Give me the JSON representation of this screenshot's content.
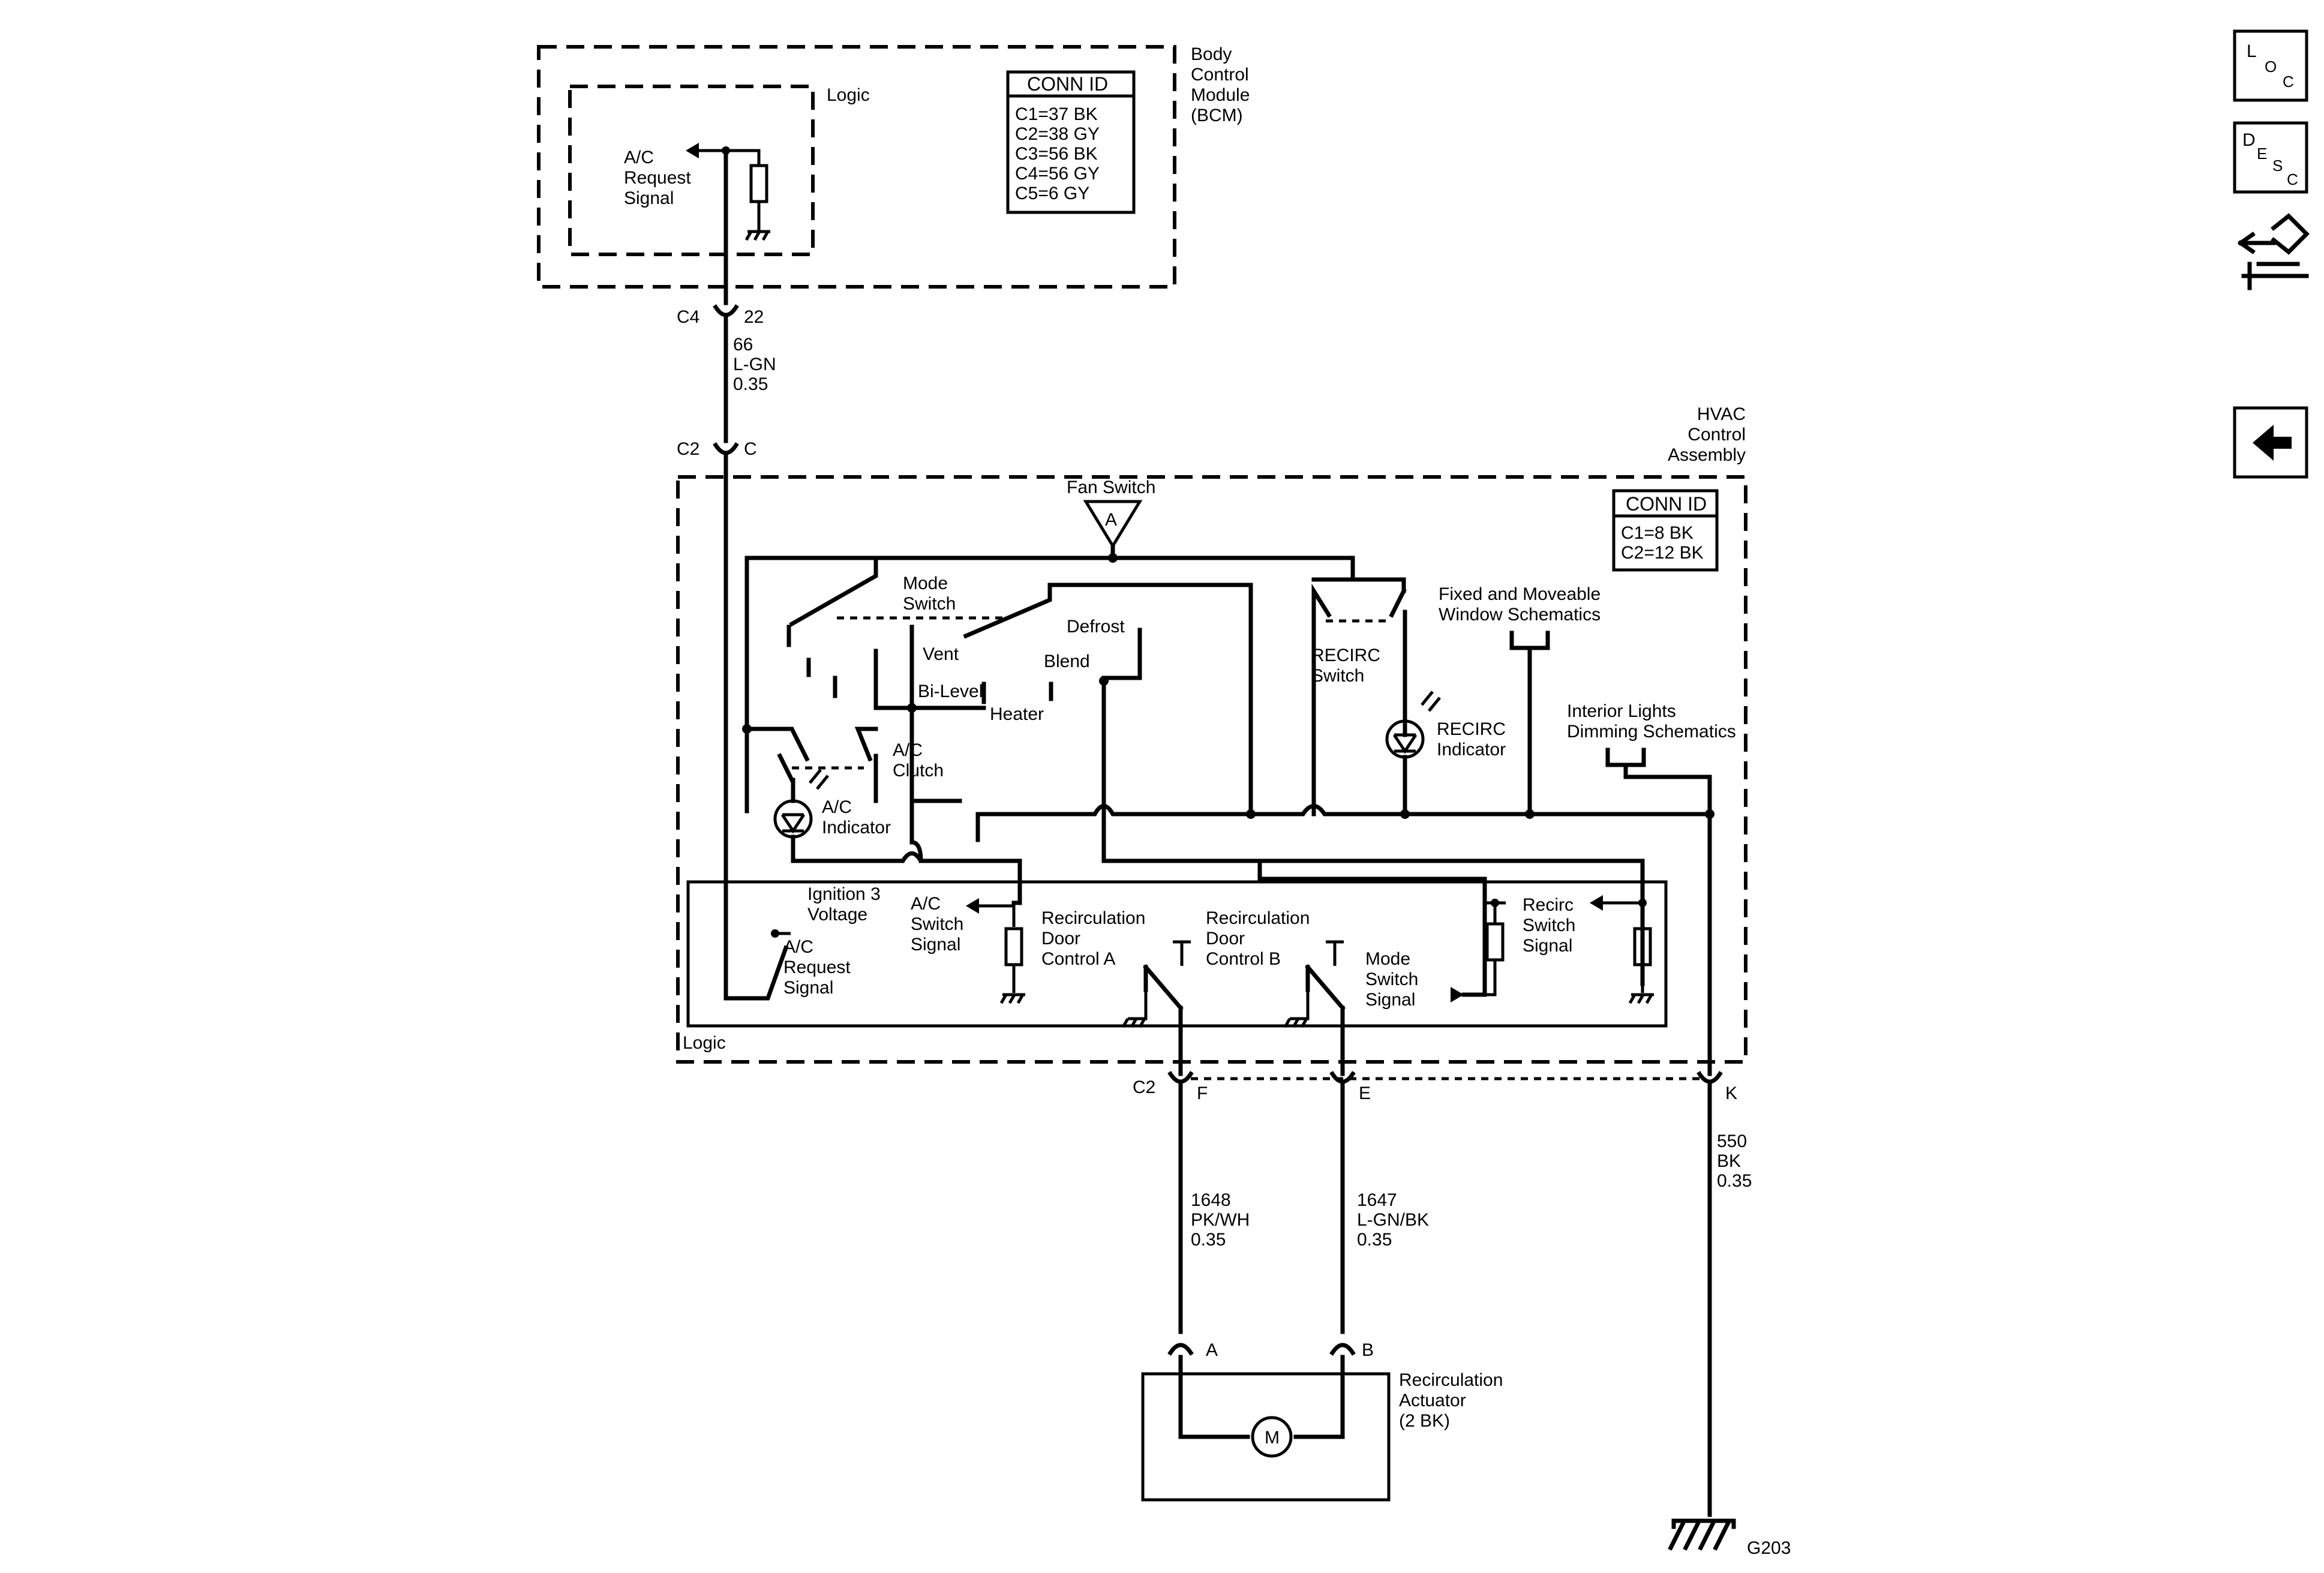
{
  "bcm": {
    "title": [
      "Body",
      "Control",
      "Module",
      "(BCM)"
    ],
    "logic_label": "Logic",
    "ac_request_signal": [
      "A/C",
      "Request",
      "Signal"
    ],
    "conn_title": "CONN ID",
    "conn_rows": [
      "C1=37 BK",
      "C2=38 GY",
      "C3=56 BK",
      "C4=56 GY",
      "C5=6 GY"
    ],
    "connector": {
      "name": "C4",
      "pin": "22"
    }
  },
  "wire_66": [
    "66",
    "L-GN",
    "0.35"
  ],
  "hvac": {
    "title": [
      "HVAC",
      "Control",
      "Assembly"
    ],
    "input_connector": {
      "name": "C2",
      "pin": "C"
    },
    "fan_switch_label": "Fan Switch",
    "fan_switch_ref": "A",
    "conn_title": "CONN ID",
    "conn_rows": [
      "C1=8 BK",
      "C2=12 BK"
    ],
    "mode_switch": [
      "Mode",
      "Switch"
    ],
    "mode_positions": {
      "defrost": "Defrost",
      "vent": "Vent",
      "blend": "Blend",
      "bilevel": "Bi-Level",
      "heater": "Heater"
    },
    "ac_clutch": [
      "A/C",
      "Clutch"
    ],
    "ac_indicator": [
      "A/C",
      "Indicator"
    ],
    "recirc_switch": [
      "RECIRC",
      "Switch"
    ],
    "recirc_indicator": [
      "RECIRC",
      "Indicator"
    ],
    "window_ref": [
      "Fixed and Moveable",
      "Window Schematics"
    ],
    "dimming_ref": [
      "Interior Lights",
      "Dimming Schematics"
    ],
    "logic_label": "Logic",
    "ignition": [
      "Ignition 3",
      "Voltage"
    ],
    "ac_request_signal": [
      "A/C",
      "Request",
      "Signal"
    ],
    "ac_switch_signal": [
      "A/C",
      "Switch",
      "Signal"
    ],
    "recirc_door_a": [
      "Recirculation",
      "Door",
      "Control A"
    ],
    "recirc_door_b": [
      "Recirculation",
      "Door",
      "Control B"
    ],
    "mode_switch_signal": [
      "Mode",
      "Switch",
      "Signal"
    ],
    "recirc_switch_signal": [
      "Recirc",
      "Switch",
      "Signal"
    ],
    "output_connector": "C2",
    "pins": {
      "f": "F",
      "e": "E",
      "k": "K"
    }
  },
  "wire_1648": [
    "1648",
    "PK/WH",
    "0.35"
  ],
  "wire_1647": [
    "1647",
    "L-GN/BK",
    "0.35"
  ],
  "wire_550": [
    "550",
    "BK",
    "0.35"
  ],
  "actuator": {
    "title": [
      "Recirculation",
      "Actuator",
      "(2 BK)"
    ],
    "pin_a": "A",
    "pin_b": "B",
    "motor": "M"
  },
  "ground_label": "G203",
  "nav": {
    "loc": {
      "big": "L",
      "small1": "O",
      "small2": "C"
    },
    "desc": {
      "big": "D",
      "small1": "E",
      "small2": "S",
      "small3": "C"
    },
    "connector_icon": "connector-hand-icon",
    "back_icon": "arrow-left-icon"
  }
}
